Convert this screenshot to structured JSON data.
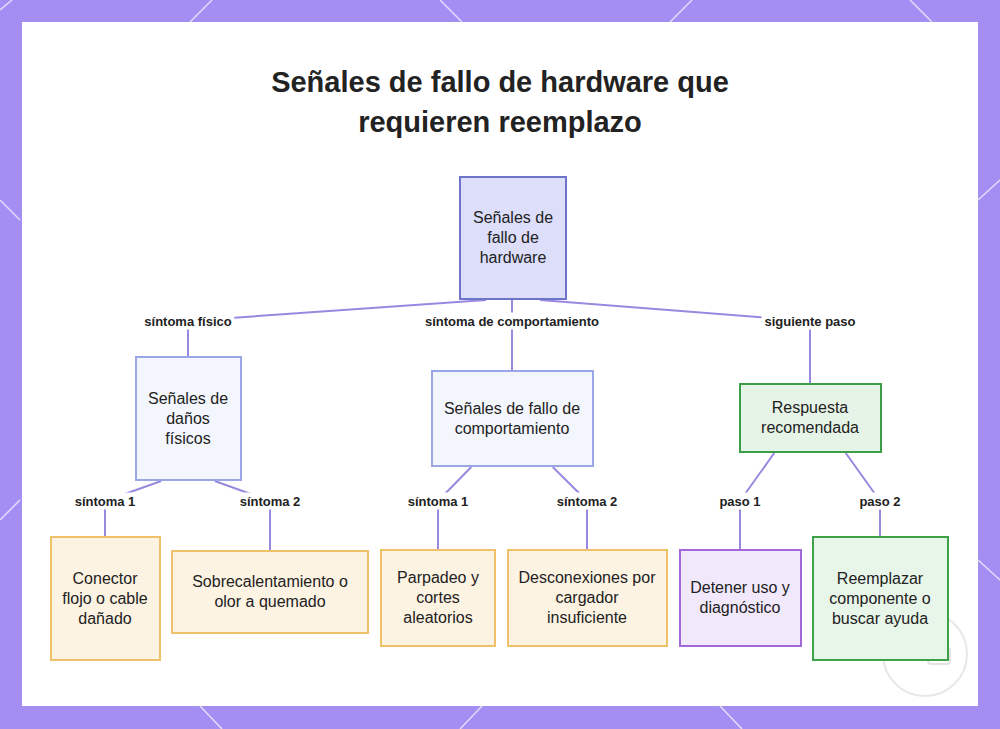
{
  "diagram": {
    "title": "Señales de fallo de hardware que requieren reemplazo",
    "nodes": [
      {
        "text": [
          "Señales de fallo de hardware"
        ]
      },
      {
        "text": [
          "Señales de daños físicos"
        ]
      },
      {
        "text": [
          "Señales de fallo de comportamiento"
        ]
      },
      {
        "text": [
          "Respuesta recomendada"
        ]
      },
      {
        "text": [
          "Conector flojo o cable dañado"
        ]
      },
      {
        "text": [
          "Sobrecalentamiento o olor a quemado"
        ]
      },
      {
        "text": [
          "Parpadeo y cortes aleatorios"
        ]
      },
      {
        "text": [
          "Desconexiones por cargador insuficiente"
        ]
      },
      {
        "text": [
          "Detener uso y diagnóstico"
        ]
      },
      {
        "text": [
          "Reemplazar componente o buscar ayuda"
        ]
      }
    ],
    "edges": [
      {
        "from": 0,
        "to": 1,
        "label": "síntoma físico",
        "arrow": "none"
      },
      {
        "from": 0,
        "to": 2,
        "label": "síntoma de comportamiento",
        "arrow": "none"
      },
      {
        "from": 0,
        "to": 3,
        "label": "siguiente paso",
        "arrow": "none"
      },
      {
        "from": 1,
        "to": 4,
        "label": "síntoma 1",
        "arrow": "none"
      },
      {
        "from": 1,
        "to": 5,
        "label": "síntoma 2",
        "arrow": "none"
      },
      {
        "from": 2,
        "to": 6,
        "label": "síntoma 1",
        "arrow": "none"
      },
      {
        "from": 2,
        "to": 7,
        "label": "síntoma 2",
        "arrow": "none"
      },
      {
        "from": 3,
        "to": 8,
        "label": "paso 1",
        "arrow": "none"
      },
      {
        "from": 3,
        "to": 9,
        "label": "paso 2",
        "arrow": "none"
      }
    ]
  }
}
